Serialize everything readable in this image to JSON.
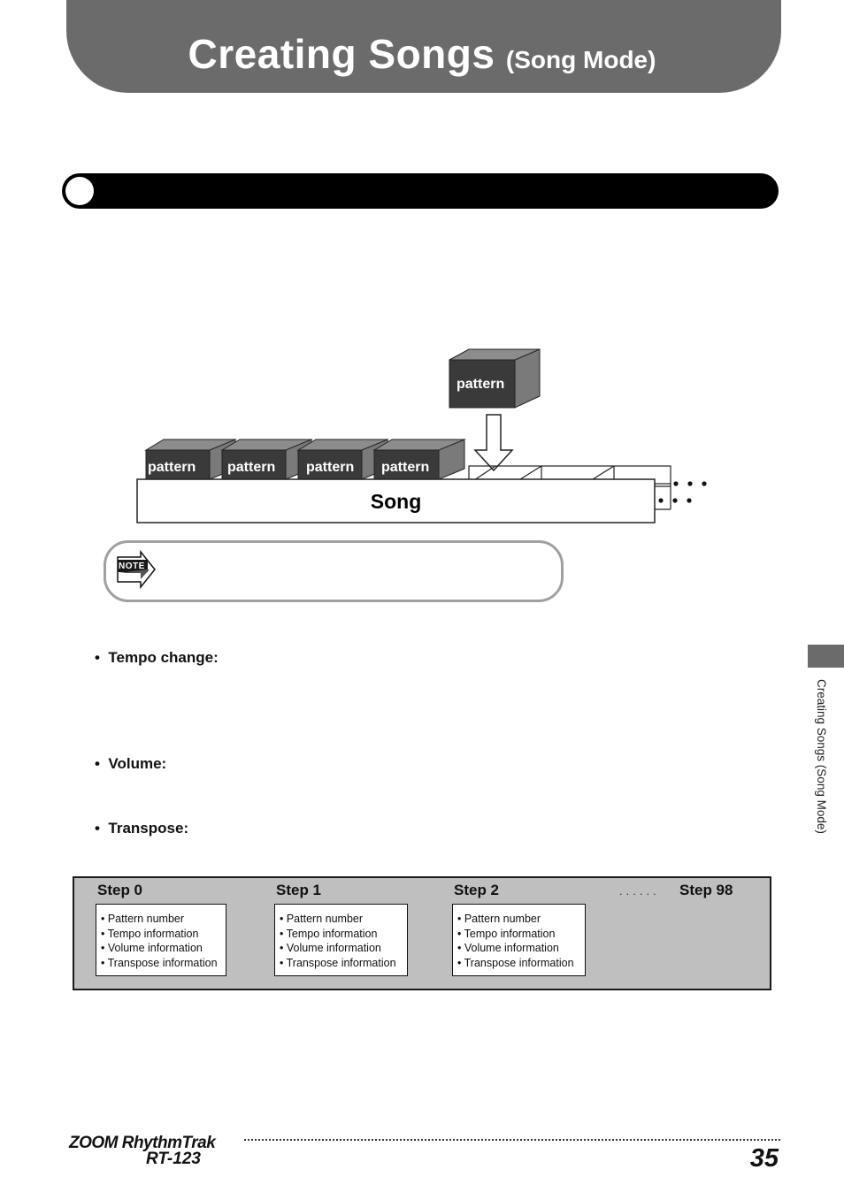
{
  "header": {
    "title": "Creating Songs",
    "subtitle": "(Song Mode)"
  },
  "diagram": {
    "incoming_pattern_label": "pattern",
    "pattern_labels": [
      "pattern",
      "pattern",
      "pattern",
      "pattern"
    ],
    "song_label": "Song"
  },
  "note": {
    "icon_text": "NOTE"
  },
  "bullets": [
    {
      "label": "Tempo change:"
    },
    {
      "label": "Volume:"
    },
    {
      "label": "Transpose:"
    }
  ],
  "steps": {
    "items": [
      {
        "title": "Step 0",
        "lines": [
          "• Pattern number",
          "• Tempo information",
          "• Volume information",
          "• Transpose information"
        ]
      },
      {
        "title": "Step 1",
        "lines": [
          "• Pattern number",
          "• Tempo information",
          "• Volume information",
          "• Transpose information"
        ]
      },
      {
        "title": "Step 2",
        "lines": [
          "• Pattern number",
          "• Tempo information",
          "• Volume information",
          "• Transpose information"
        ]
      }
    ],
    "ellipsis": "......",
    "last_title": "Step 98"
  },
  "side_tab": {
    "label": "Creating Songs (Song Mode)"
  },
  "footer": {
    "brand_line1": "ZOOM RhythmTrak",
    "brand_line2": "RT-123",
    "page_number": "35"
  },
  "colors": {
    "banner": "#6b6b6b",
    "section_bar": "#000000",
    "pattern_block_front": "#3a3a3a",
    "pattern_block_top": "#8c8c8c",
    "pattern_block_side": "#7a7a7a",
    "steps_panel": "#bfbfbf",
    "note_border": "#a0a0a0"
  }
}
